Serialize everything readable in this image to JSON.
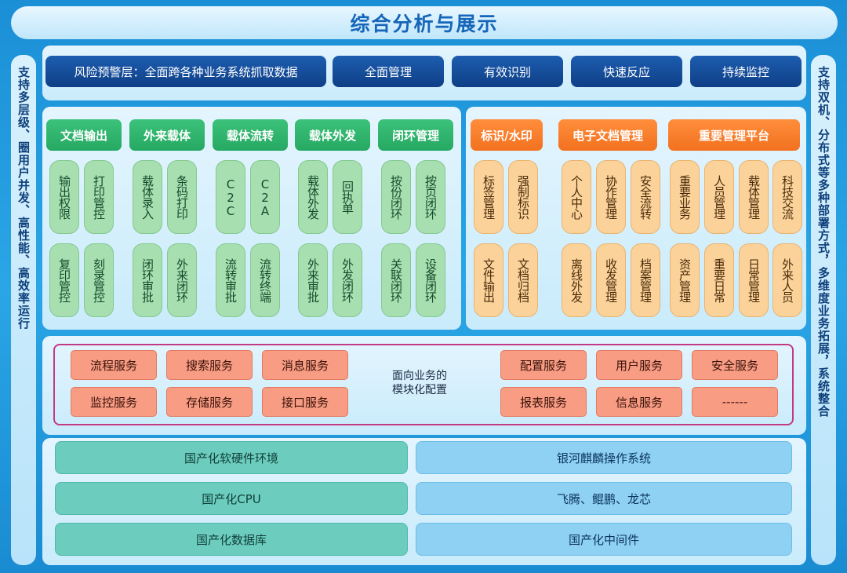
{
  "title": "综合分析与展示",
  "left_side": "支持多层级、圈用户并发、高性能、高效率运行",
  "right_side": "支持双机、分布式等多种部署方式，多维度业务拓展，系统整合",
  "risk_row": {
    "main": "风险预警层：全面跨各种业务系统抓取数据",
    "items": [
      "全面管理",
      "有效识别",
      "快速反应",
      "持续监控"
    ]
  },
  "green_groups": [
    {
      "header": "文档输出",
      "pills": [
        "输出权限",
        "打印管控",
        "复印管控",
        "刻录管控"
      ]
    },
    {
      "header": "外来载体",
      "pills": [
        "载体录入",
        "条码打印",
        "闭环审批",
        "外来闭环"
      ]
    },
    {
      "header": "载体流转",
      "pills": [
        "C2C",
        "C2A",
        "流转审批",
        "流转终端"
      ]
    },
    {
      "header": "载体外发",
      "pills": [
        "载体外发",
        "回执单",
        "外来审批",
        "外发闭环"
      ]
    },
    {
      "header": "闭环管理",
      "pills": [
        "按份闭环",
        "按页闭环",
        "关联闭环",
        "设备闭环"
      ]
    }
  ],
  "orange_groups": [
    {
      "header": "标识/水印",
      "pills": [
        "标签管理",
        "强制标识",
        "文件输出",
        "文档归档"
      ]
    },
    {
      "header": "电子文档管理",
      "pills": [
        "个人中心",
        "协作管理",
        "安全流转",
        "离线外发",
        "收发管理",
        "档案管理"
      ]
    },
    {
      "header": "重要管理平台",
      "pills": [
        "重要业务",
        "人员管理",
        "载体管理",
        "科技交流",
        "资产管理",
        "重要日常",
        "日常管理",
        "外来人员"
      ]
    }
  ],
  "services": {
    "left": [
      "流程服务",
      "搜索服务",
      "消息服务",
      "监控服务",
      "存储服务",
      "接口服务"
    ],
    "center_line1": "面向业务的",
    "center_line2": "模块化配置",
    "right": [
      "配置服务",
      "用户服务",
      "安全服务",
      "报表服务",
      "信息服务",
      "------"
    ]
  },
  "base": {
    "left": [
      "国产化软硬件环境",
      "国产化CPU",
      "国产化数据库"
    ],
    "right": [
      "银河麒麟操作系统",
      "飞腾、鲲鹏、龙芯",
      "国产化中间件"
    ]
  }
}
